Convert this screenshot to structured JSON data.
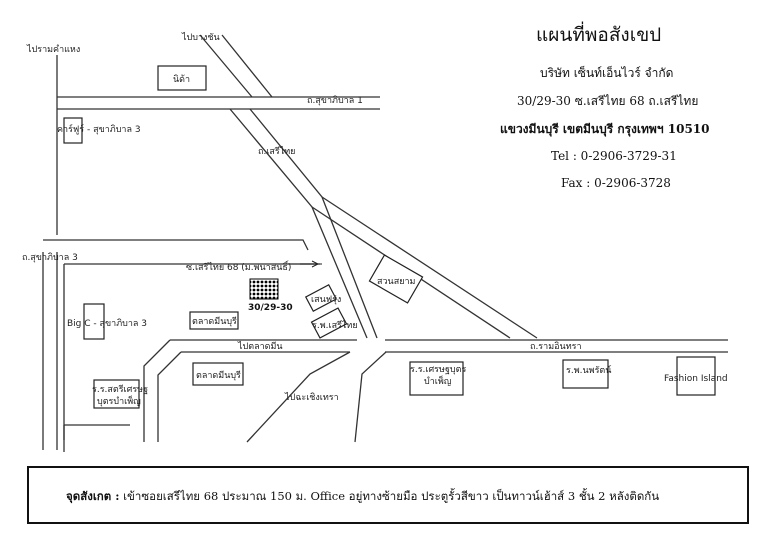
{
  "header": {
    "title": "แผนที่พอสังเขป",
    "company": "บริษัท เซ็นท์เอ็นไวร์ จำกัด",
    "address_line1": "30/29-30  ซ.เสรีไทย 68 ถ.เสรีไทย",
    "address_line2": "แขวงมีนบุรี เขตมีนบุรี กรุงเทพฯ 10510",
    "tel": "Tel : 0-2906-3729-31",
    "fax": "Fax : 0-2906-3728"
  },
  "map": {
    "roads": {
      "to_lam_luk_ka": "ไปรามคำแหง",
      "to_bang_chan": "ไปบางชัน",
      "sukhapiban1": "ถ.สุขาภิบาล 1",
      "sukhapiban3_left": "ถ.สุขาภิบาล 3",
      "serithai_road": "ถ.เสรีไทย",
      "serithai68": "ซ.เสรีไทย 68 (ม.พนาสนธิ์)",
      "to_talad_min": "ไปตลาดมีน",
      "to_chachoengsao": "ไปฉะเชิงเทรา",
      "ramindra": "ถ.รามอินทรา"
    },
    "landmarks": {
      "nida": "นิด้า",
      "carrefour": "คาร์ฟูร์ - สุขาภิบาล 3",
      "big_c": "Big C - สุขาภิบาล 3",
      "office": "30/29-30",
      "talad_minburi_top": "ตลาดมีนบุรี",
      "talad_minburi_bottom": "ตลาดมีนบุรี",
      "school_line1": "ร.ร.สตรีเศรษฐ",
      "school_line2": "บุตรบำเพ็ญ",
      "saen_fang": "เสนฟรุ่ง",
      "hospital_serithai": "ร.พ.เสรีไทย",
      "suan_siam": "สวนสยาม",
      "school2_line1": "ร.ร.เศรษฐบุตร",
      "school2_line2": "บำเพ็ญ",
      "hospital_nopparat": "ร.พ.นพรัตน์",
      "fashion_island": "Fashion Island"
    }
  },
  "note": {
    "heading": "จุดสังเกต :",
    "text": "เข้าซอยเสรีไทย 68 ประมาณ 150 ม. Office อยู่ทางซ้ายมือ ประตูรั้วสีขาว เป็นทาวน์เฮ้าส์ 3 ชั้น 2 หลังติดกัน"
  }
}
